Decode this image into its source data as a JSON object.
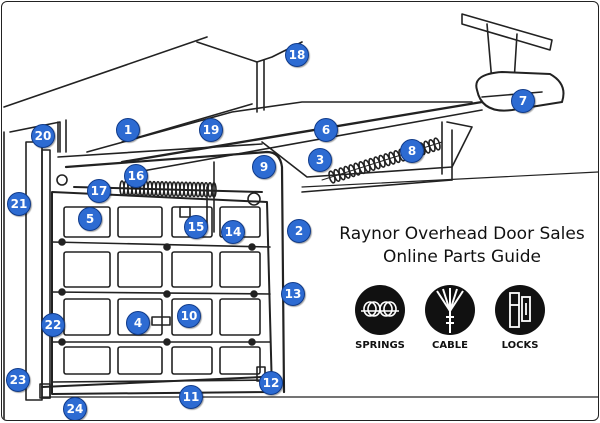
{
  "heading": {
    "line1": "Raynor Overhead Door Sales",
    "line2": "Online Parts Guide"
  },
  "callouts": [
    "1",
    "2",
    "3",
    "4",
    "5",
    "6",
    "7",
    "8",
    "9",
    "10",
    "11",
    "12",
    "13",
    "14",
    "15",
    "16",
    "17",
    "18",
    "19",
    "20",
    "21",
    "22",
    "23",
    "24"
  ],
  "categories": [
    {
      "label": "SPRINGS",
      "icon": "springs-icon"
    },
    {
      "label": "CABLE",
      "icon": "cable-icon"
    },
    {
      "label": "LOCKS",
      "icon": "locks-icon"
    }
  ],
  "colors": {
    "callout": "#2d6bd2",
    "line": "#222222"
  }
}
